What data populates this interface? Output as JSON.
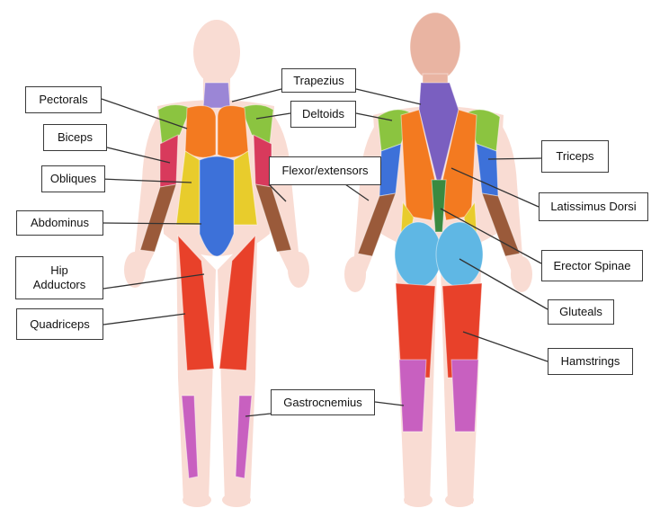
{
  "colors": {
    "skin": "#f9dcd3",
    "skin_shade": "#efc6b9",
    "head_back": "#e9b4a2",
    "trapezius": "#7a5fc0",
    "neck_front": "#9b86d6",
    "pectorals": "#f37a20",
    "deltoids": "#8bc440",
    "biceps": "#d83a5c",
    "obliques": "#e8cc2c",
    "abdominus": "#3d71d9",
    "forearm": "#9a5a3a",
    "quadriceps": "#e8412a",
    "gastrocnemius": "#c860c0",
    "triceps": "#3d71d9",
    "latissimus": "#f37a20",
    "erector": "#3a8a40",
    "gluteals": "#5fb7e4",
    "hamstrings": "#e8412a",
    "line": "#333333"
  },
  "labels": {
    "trapezius": "Trapezius",
    "pectorals": "Pectorals",
    "deltoids": "Deltoids",
    "biceps": "Biceps",
    "flexor_extensors": "Flexor/extensors",
    "triceps": "Triceps",
    "obliques": "Obliques",
    "latissimus_dorsi": "Latissimus Dorsi",
    "abdominus": "Abdominus",
    "erector_spinae": "Erector Spinae",
    "hip_adductors_line1": "Hip",
    "hip_adductors_line2": "Adductors",
    "gluteals": "Gluteals",
    "quadriceps": "Quadriceps",
    "hamstrings": "Hamstrings",
    "gastrocnemius": "Gastrocnemius"
  }
}
